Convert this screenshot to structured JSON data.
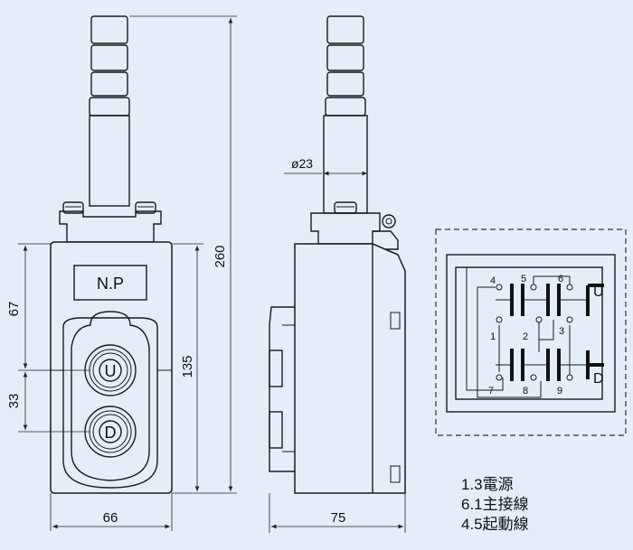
{
  "front_view": {
    "nameplate": "N.P",
    "buttons": {
      "up": "U",
      "down": "D"
    },
    "dims": {
      "total_height": "260",
      "upper": "67",
      "lower": "33",
      "body_height": "135",
      "width": "66"
    }
  },
  "side_view": {
    "dims": {
      "cable_diameter": "ø23",
      "depth": "75"
    }
  },
  "schematic": {
    "terminals": [
      "4",
      "5",
      "6",
      "1",
      "2",
      "3",
      "7",
      "8",
      "9"
    ],
    "labels": {
      "up": "U",
      "down": "D"
    }
  },
  "legend": {
    "lines": [
      "1.3電源",
      "6.1主接線",
      "4.5起動線"
    ]
  }
}
